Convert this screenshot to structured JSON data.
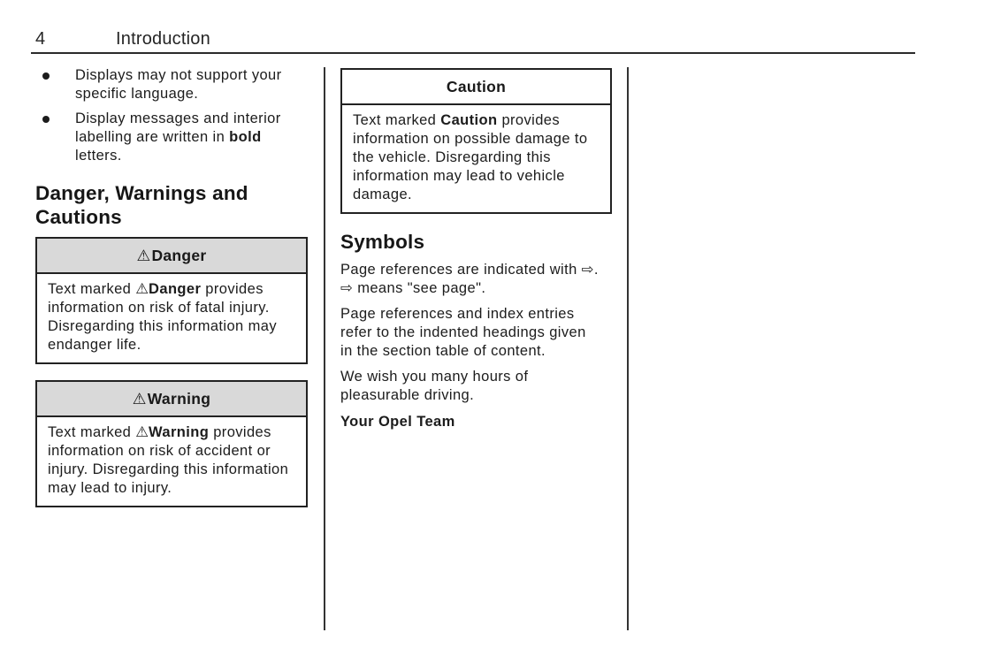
{
  "header": {
    "page_number": "4",
    "title": "Introduction"
  },
  "icons": {
    "warning_triangle": "⚠",
    "bullet": "●",
    "page_reference_arrow": "⇨"
  },
  "left_column": {
    "bullets": [
      {
        "pre": "Displays may not support your specific language.",
        "bold": "",
        "post": ""
      },
      {
        "pre": "Display messages and interior labelling are written in ",
        "bold": "bold",
        "post": " letters."
      }
    ],
    "heading": "Danger, Warnings and Cautions",
    "danger_box": {
      "title": "Danger",
      "body_pre": "Text marked ",
      "body_term": "Danger",
      "body_post": " provides information on risk of fatal injury. Disregarding this information may endanger life."
    },
    "warning_box": {
      "title": "Warning",
      "body_pre": "Text marked ",
      "body_term": "Warning",
      "body_post": " provides information on risk of accident or injury. Disregarding this information may lead to injury."
    }
  },
  "middle_column": {
    "caution_box": {
      "title": "Caution",
      "body_pre": "Text marked ",
      "body_term": "Caution",
      "body_post": " provides information on possible damage to the vehicle. Disregarding this information may lead to vehicle damage."
    },
    "heading": "Symbols",
    "paragraphs": {
      "p1": "Page references are indicated with ⇨.\n⇨ means \"see page\".",
      "p2": "Page references and index entries refer to the indented headings given in the section table of content.",
      "p3": "We wish you many hours of pleasurable driving.",
      "p4": "Your Opel Team"
    }
  },
  "colors": {
    "box_header_bg": "#d9d9d9",
    "box_border": "#222222",
    "text": "#1c1c1c"
  }
}
